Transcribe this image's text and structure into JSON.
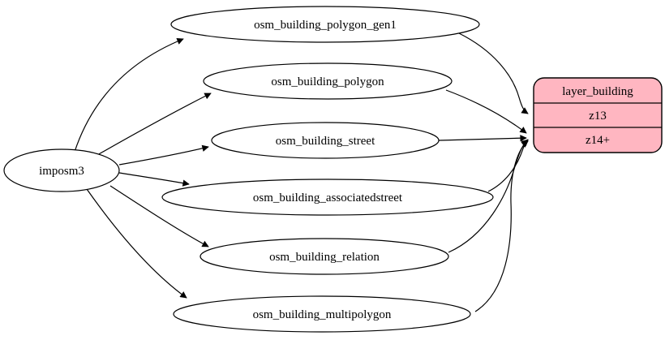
{
  "diagram": {
    "background_color": "#ffffff",
    "edge_color": "#000000",
    "node_style": {
      "fill": "#ffffff",
      "stroke": "#000000"
    },
    "source": {
      "label": "imposm3"
    },
    "tables": [
      {
        "label": "osm_building_polygon_gen1"
      },
      {
        "label": "osm_building_polygon"
      },
      {
        "label": "osm_building_street"
      },
      {
        "label": "osm_building_associatedstreet"
      },
      {
        "label": "osm_building_relation"
      },
      {
        "label": "osm_building_multipolygon"
      }
    ],
    "layer": {
      "title": "layer_building",
      "rows": [
        {
          "label": "z13"
        },
        {
          "label": "z14+"
        }
      ],
      "fill": "#ffb6c1",
      "stroke": "#000000"
    },
    "edges": [
      {
        "from": "imposm3",
        "to": "osm_building_polygon_gen1"
      },
      {
        "from": "imposm3",
        "to": "osm_building_polygon"
      },
      {
        "from": "imposm3",
        "to": "osm_building_street"
      },
      {
        "from": "imposm3",
        "to": "osm_building_associatedstreet"
      },
      {
        "from": "imposm3",
        "to": "osm_building_relation"
      },
      {
        "from": "imposm3",
        "to": "osm_building_multipolygon"
      },
      {
        "from": "osm_building_polygon_gen1",
        "to": "layer_building:z13"
      },
      {
        "from": "osm_building_polygon",
        "to": "layer_building:z14+"
      },
      {
        "from": "osm_building_street",
        "to": "layer_building:z14+"
      },
      {
        "from": "osm_building_associatedstreet",
        "to": "layer_building:z14+"
      },
      {
        "from": "osm_building_relation",
        "to": "layer_building:z14+"
      },
      {
        "from": "osm_building_multipolygon",
        "to": "layer_building:z14+"
      }
    ]
  }
}
